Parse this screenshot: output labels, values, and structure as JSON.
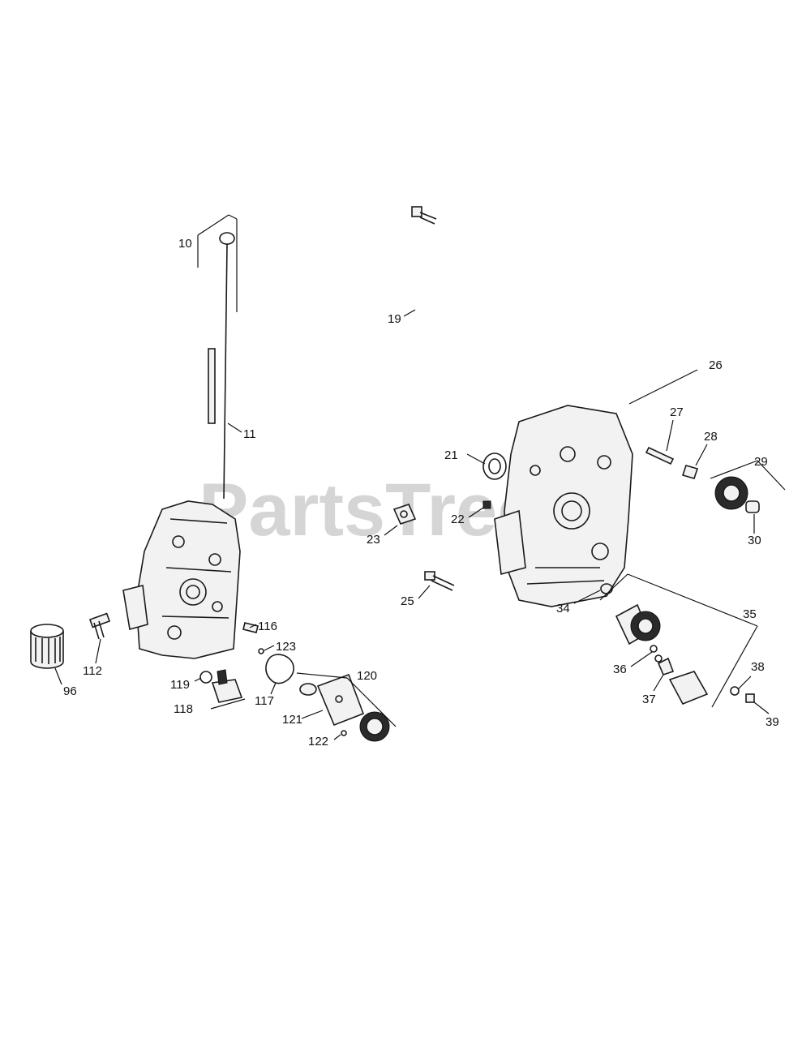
{
  "watermark": {
    "text": "PartsTree",
    "trademark": "™"
  },
  "callouts": {
    "c10": "10",
    "c11": "11",
    "c19": "19",
    "c21": "21",
    "c22": "22",
    "c23": "23",
    "c25": "25",
    "c26": "26",
    "c27": "27",
    "c28": "28",
    "c29": "29",
    "c30": "30",
    "c34": "34",
    "c35": "35",
    "c36": "36",
    "c37": "37",
    "c38": "38",
    "c39": "39",
    "c96": "96",
    "c112": "112",
    "c116": "116",
    "c117": "117",
    "c118": "118",
    "c119": "119",
    "c120": "120",
    "c121": "121",
    "c122": "122",
    "c123": "123"
  }
}
